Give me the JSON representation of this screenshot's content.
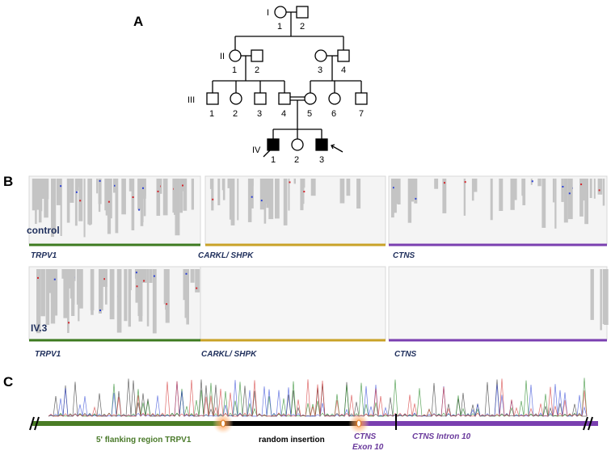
{
  "panels": {
    "A": "A",
    "B": "B",
    "C": "C"
  },
  "pedigree": {
    "generations": [
      "I",
      "II",
      "III",
      "IV"
    ],
    "gen1": [
      "1",
      "2"
    ],
    "gen2": [
      "1",
      "2",
      "3",
      "4"
    ],
    "gen3": [
      "1",
      "2",
      "3",
      "4",
      "5",
      "6",
      "7"
    ],
    "gen4": [
      "1",
      "2",
      "3"
    ]
  },
  "tracks": {
    "control_label": "control",
    "patient_label": "IV.3",
    "genes_row1": [
      "TRPV1",
      "CARKL/ SHPK",
      "CTNS"
    ],
    "genes_row2": [
      "TRPV1",
      "CARKL/ SHPK",
      "CTNS"
    ]
  },
  "sequence": {
    "flank_label": "5' flanking region TRPV1",
    "insert_label": "random insertion",
    "exon_label_1": "CTNS",
    "exon_label_2": "Exon 10",
    "intron_label": "CTNS Intron 10"
  },
  "colors": {
    "trpv1": "#3d7a1f",
    "carkl": "#c9a227",
    "ctns": "#7a3fb0",
    "affected": "#000000",
    "reads": "#bdbdbd"
  }
}
